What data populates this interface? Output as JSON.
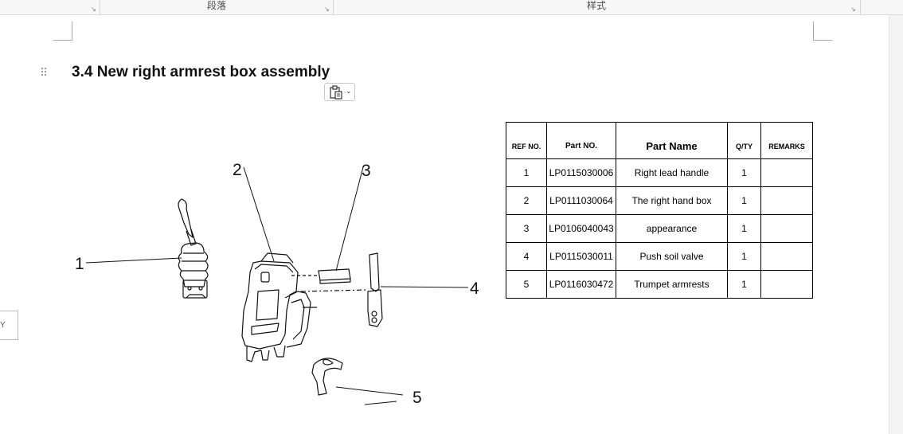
{
  "ribbon": {
    "groups": [
      {
        "label": "段落"
      },
      {
        "label": "样式"
      }
    ]
  },
  "document": {
    "heading": "3.4 New right armrest box assembly",
    "side_tab_text": "Y",
    "drawing": {
      "callouts": [
        "1",
        "2",
        "3",
        "4",
        "5"
      ]
    },
    "parts_table": {
      "headers": [
        "REF NO.",
        "Part NO.",
        "Part Name",
        "Q/TY",
        "REMARKS"
      ],
      "rows": [
        {
          "ref": "1",
          "part_no": "LP0115030006",
          "name": "Right lead handle",
          "qty": "1",
          "remarks": ""
        },
        {
          "ref": "2",
          "part_no": "LP0111030064",
          "name": "The right hand box",
          "qty": "1",
          "remarks": ""
        },
        {
          "ref": "3",
          "part_no": "LP0106040043",
          "name": "appearance",
          "qty": "1",
          "remarks": ""
        },
        {
          "ref": "4",
          "part_no": "LP0115030011",
          "name": "Push soil valve",
          "qty": "1",
          "remarks": ""
        },
        {
          "ref": "5",
          "part_no": "LP0116030472",
          "name": "Trumpet armrests",
          "qty": "1",
          "remarks": ""
        }
      ]
    }
  },
  "icons": {
    "paste_options": "clipboard-icon",
    "dropdown": "chevron-down-icon",
    "drag": "drag-handle-icon",
    "dialog_launcher": "dialog-launcher-icon"
  }
}
